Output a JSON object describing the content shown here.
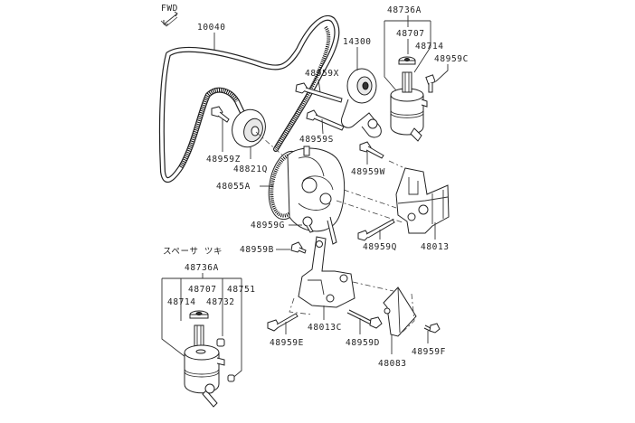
{
  "diagram": {
    "direction_indicator": "FWD",
    "spacer_note": "スペーサ ツキ",
    "labels": {
      "belt": "10040",
      "tensioner": "14300",
      "reservoir_assy_top": "48736A",
      "cap_top": "48707",
      "filter_top": "48714",
      "bolt_c": "48959C",
      "bolt_x": "48959X",
      "bolt_s": "48959S",
      "bolt_w": "48959W",
      "bolt_z": "48959Z",
      "idler_pulley": "48821Q",
      "pump": "48055A",
      "bolt_g": "48959G",
      "bolt_q": "48959Q",
      "bracket_48013": "48013",
      "bolt_b": "48959B",
      "reservoir_assy_bottom": "48736A",
      "cap_bottom": "48707",
      "part_48751": "48751",
      "filter_bottom": "48714",
      "part_48732": "48732",
      "bracket_48013c": "48013C",
      "bolt_e": "48959E",
      "bolt_d": "48959D",
      "bracket_48083": "48083",
      "bolt_f": "48959F"
    }
  }
}
